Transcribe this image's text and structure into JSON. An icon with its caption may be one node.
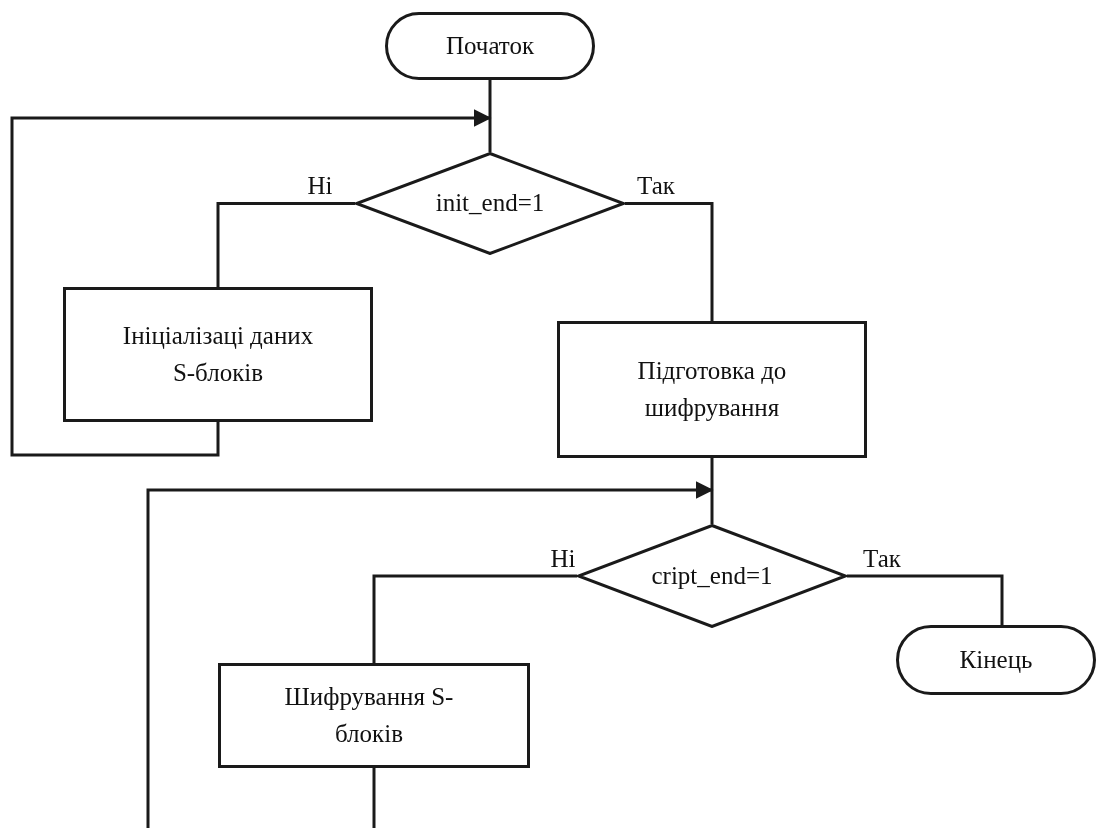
{
  "diagram": {
    "nodes": [
      {
        "text": [
          "Початок"
        ]
      },
      {
        "text": [
          "init_end=1"
        ]
      },
      {
        "text": [
          "Ініціалізаці даних S-блоків"
        ]
      },
      {
        "text": [
          "Підготовка до шифрування"
        ]
      },
      {
        "text": [
          "cript_end=1"
        ]
      },
      {
        "text": [
          "Шифрування S-блоків"
        ]
      },
      {
        "text": [
          "Кінець"
        ]
      }
    ],
    "edges": [
      {
        "from": 0,
        "to": 1,
        "arrow": "none"
      },
      {
        "from": 1,
        "to": 2,
        "arrow": "none",
        "label": "Ні"
      },
      {
        "from": 1,
        "to": 3,
        "arrow": "none",
        "label": "Так"
      },
      {
        "from": 2,
        "to": 1,
        "arrow": "to"
      },
      {
        "from": 3,
        "to": 4,
        "arrow": "none"
      },
      {
        "from": 4,
        "to": 5,
        "arrow": "none",
        "label": "Ні"
      },
      {
        "from": 4,
        "to": 6,
        "arrow": "none",
        "label": "Так"
      },
      {
        "from": 5,
        "to": null,
        "arrow": "none"
      },
      {
        "from": null,
        "to": 4,
        "arrow": "to"
      }
    ]
  }
}
